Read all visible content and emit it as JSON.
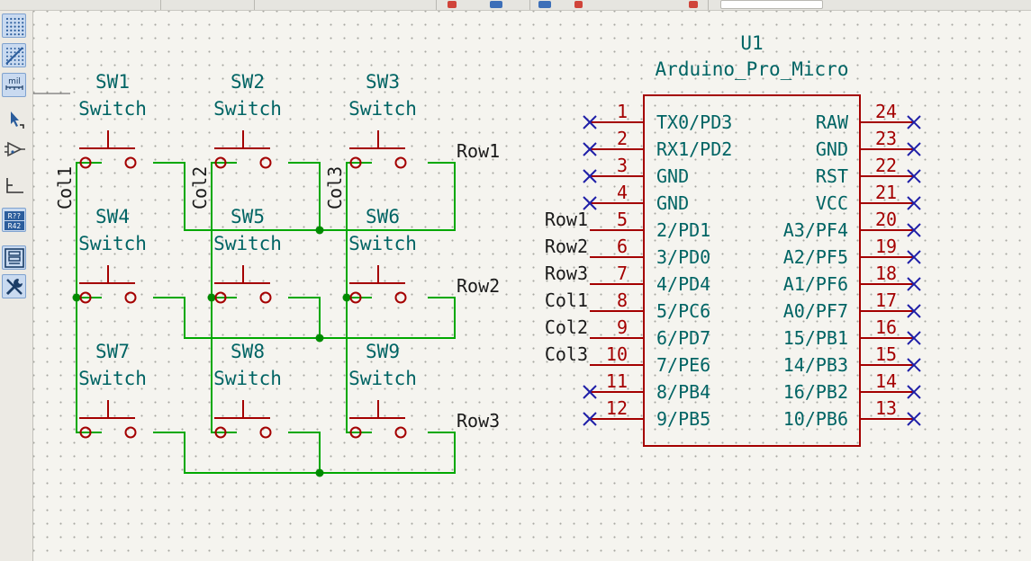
{
  "colors": {
    "wire": "#00a800",
    "symbol": "#a40000",
    "text": "#006464",
    "net_label": "#1a1a1a",
    "no_connect": "#1f1fa8",
    "junction": "#008a00"
  },
  "toolbar": {
    "items": [
      {
        "name": "grid-dots-icon",
        "active": true
      },
      {
        "name": "grid-overlay-icon",
        "active": true
      },
      {
        "name": "mil-units-icon",
        "active": true,
        "label": "mil"
      },
      {
        "name": "cursor-select-icon",
        "active": false
      },
      {
        "name": "hierarchy-navigate-icon",
        "active": false
      },
      {
        "name": "wire-angle-icon",
        "active": false
      },
      {
        "name": "annotate-icon",
        "active": true,
        "label_top": "R??",
        "label_bottom": "R42"
      },
      {
        "name": "properties-panel-icon",
        "active": true
      },
      {
        "name": "tools-icon",
        "active": true
      }
    ]
  },
  "switches": [
    {
      "ref": "SW1",
      "value": "Switch"
    },
    {
      "ref": "SW2",
      "value": "Switch"
    },
    {
      "ref": "SW3",
      "value": "Switch"
    },
    {
      "ref": "SW4",
      "value": "Switch"
    },
    {
      "ref": "SW5",
      "value": "Switch"
    },
    {
      "ref": "SW6",
      "value": "Switch"
    },
    {
      "ref": "SW7",
      "value": "Switch"
    },
    {
      "ref": "SW8",
      "value": "Switch"
    },
    {
      "ref": "SW9",
      "value": "Switch"
    }
  ],
  "net_labels": {
    "rows": [
      "Row1",
      "Row2",
      "Row3"
    ],
    "cols": [
      "Col1",
      "Col2",
      "Col3"
    ]
  },
  "mcu": {
    "ref": "U1",
    "value": "Arduino_Pro_Micro",
    "left_pins": [
      {
        "num": "1",
        "name": "TX0/PD3",
        "net": "",
        "nc": true
      },
      {
        "num": "2",
        "name": "RX1/PD2",
        "net": "",
        "nc": true
      },
      {
        "num": "3",
        "name": "GND",
        "net": "",
        "nc": true
      },
      {
        "num": "4",
        "name": "GND",
        "net": "",
        "nc": true
      },
      {
        "num": "5",
        "name": "2/PD1",
        "net": "Row1",
        "nc": false
      },
      {
        "num": "6",
        "name": "3/PD0",
        "net": "Row2",
        "nc": false
      },
      {
        "num": "7",
        "name": "4/PD4",
        "net": "Row3",
        "nc": false
      },
      {
        "num": "8",
        "name": "5/PC6",
        "net": "Col1",
        "nc": false
      },
      {
        "num": "9",
        "name": "6/PD7",
        "net": "Col2",
        "nc": false
      },
      {
        "num": "10",
        "name": "7/PE6",
        "net": "Col3",
        "nc": false
      },
      {
        "num": "11",
        "name": "8/PB4",
        "net": "",
        "nc": true
      },
      {
        "num": "12",
        "name": "9/PB5",
        "net": "",
        "nc": true
      }
    ],
    "right_pins": [
      {
        "num": "24",
        "name": "RAW",
        "nc": true
      },
      {
        "num": "23",
        "name": "GND",
        "nc": true
      },
      {
        "num": "22",
        "name": "RST",
        "nc": true
      },
      {
        "num": "21",
        "name": "VCC",
        "nc": true
      },
      {
        "num": "20",
        "name": "A3/PF4",
        "nc": true
      },
      {
        "num": "19",
        "name": "A2/PF5",
        "nc": true
      },
      {
        "num": "18",
        "name": "A1/PF6",
        "nc": true
      },
      {
        "num": "17",
        "name": "A0/PF7",
        "nc": true
      },
      {
        "num": "16",
        "name": "15/PB1",
        "nc": true
      },
      {
        "num": "15",
        "name": "14/PB3",
        "nc": true
      },
      {
        "num": "14",
        "name": "16/PB2",
        "nc": true
      },
      {
        "num": "13",
        "name": "10/PB6",
        "nc": true
      }
    ]
  }
}
